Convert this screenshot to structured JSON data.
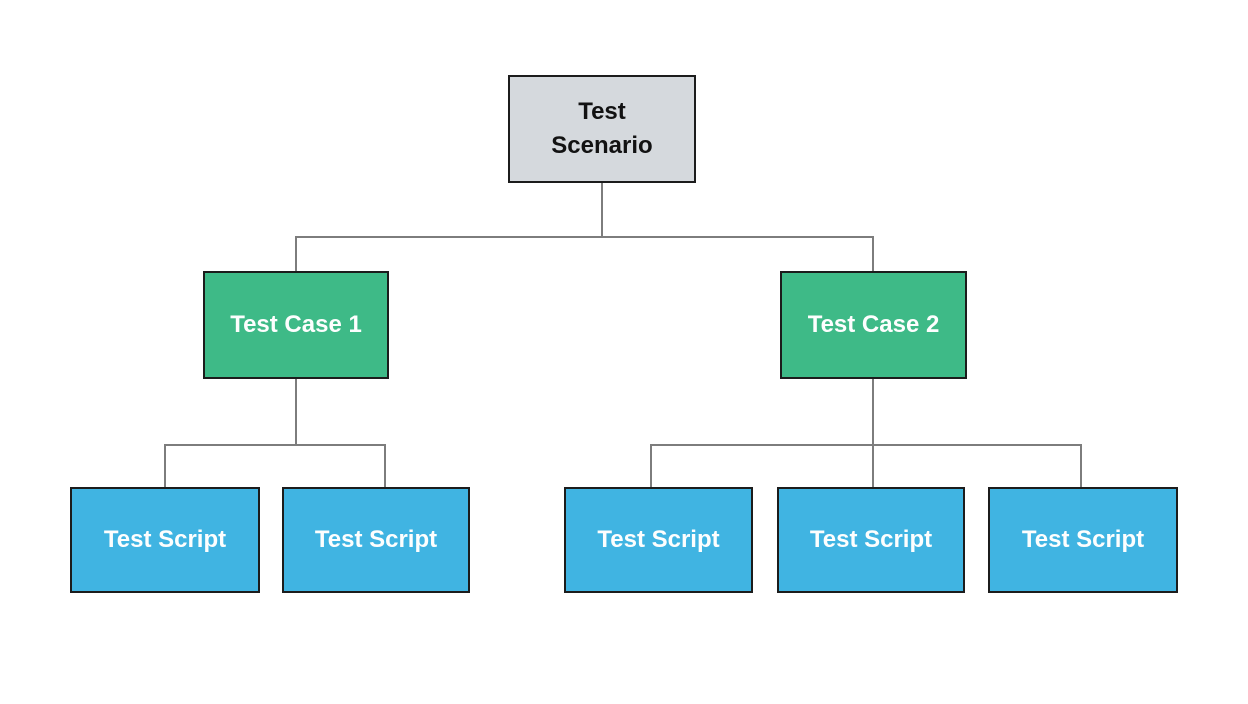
{
  "diagram": {
    "kind": "test-hierarchy-flowchart",
    "background": "#ffffff",
    "palette": {
      "root_fill": "#d5d9dd",
      "root_text": "#121212",
      "case_fill": "#3eba87",
      "script_fill": "#40b4e2",
      "child_text": "#fdfefe",
      "node_border": "#1c1c1c",
      "connector": "#7d7d7d"
    },
    "tree": {
      "root": {
        "label": "Test Scenario"
      },
      "cases": [
        {
          "label": "Test Case 1",
          "scripts": [
            {
              "label": "Test Script"
            },
            {
              "label": "Test Script"
            }
          ]
        },
        {
          "label": "Test Case 2",
          "scripts": [
            {
              "label": "Test Script"
            },
            {
              "label": "Test Script"
            },
            {
              "label": "Test Script"
            }
          ]
        }
      ]
    }
  }
}
